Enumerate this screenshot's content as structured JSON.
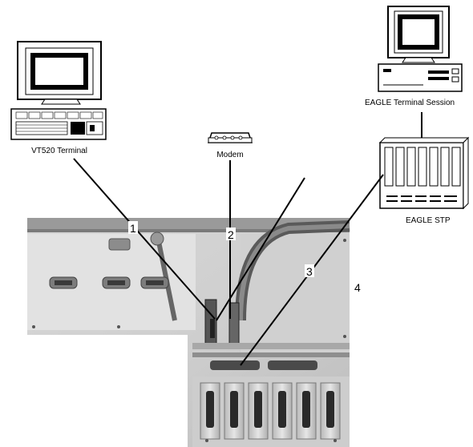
{
  "devices": {
    "vt520_label": "VT520 Terminal",
    "modem_label": "Modem",
    "eagle_terminal_label": "EAGLE Terminal Session",
    "eagle_stp_label": "EAGLE STP"
  },
  "callouts": {
    "c1": "1",
    "c2": "2",
    "c3": "3",
    "c4": "4"
  }
}
